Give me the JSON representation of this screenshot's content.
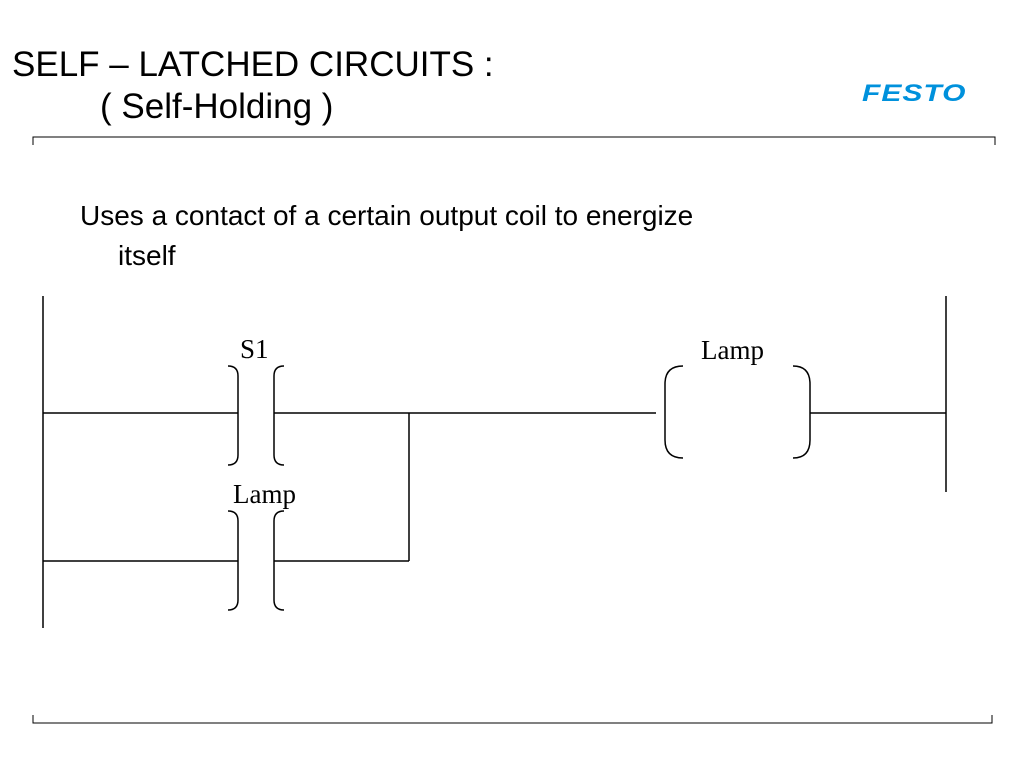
{
  "slide": {
    "title_line1": "SELF – LATCHED CIRCUITS  :",
    "title_line2": "( Self-Holding )",
    "logo_text": "FESTO",
    "subtitle": "Uses a contact of a certain output coil to energize itself"
  },
  "ladder": {
    "contacts": [
      {
        "id": "s1",
        "label": "S1"
      },
      {
        "id": "lamp-latch",
        "label": "Lamp"
      }
    ],
    "coils": [
      {
        "id": "lamp-coil",
        "label": "Lamp"
      }
    ]
  },
  "colors": {
    "logo": "#0091dc",
    "lines": "#000000",
    "background": "#ffffff"
  }
}
